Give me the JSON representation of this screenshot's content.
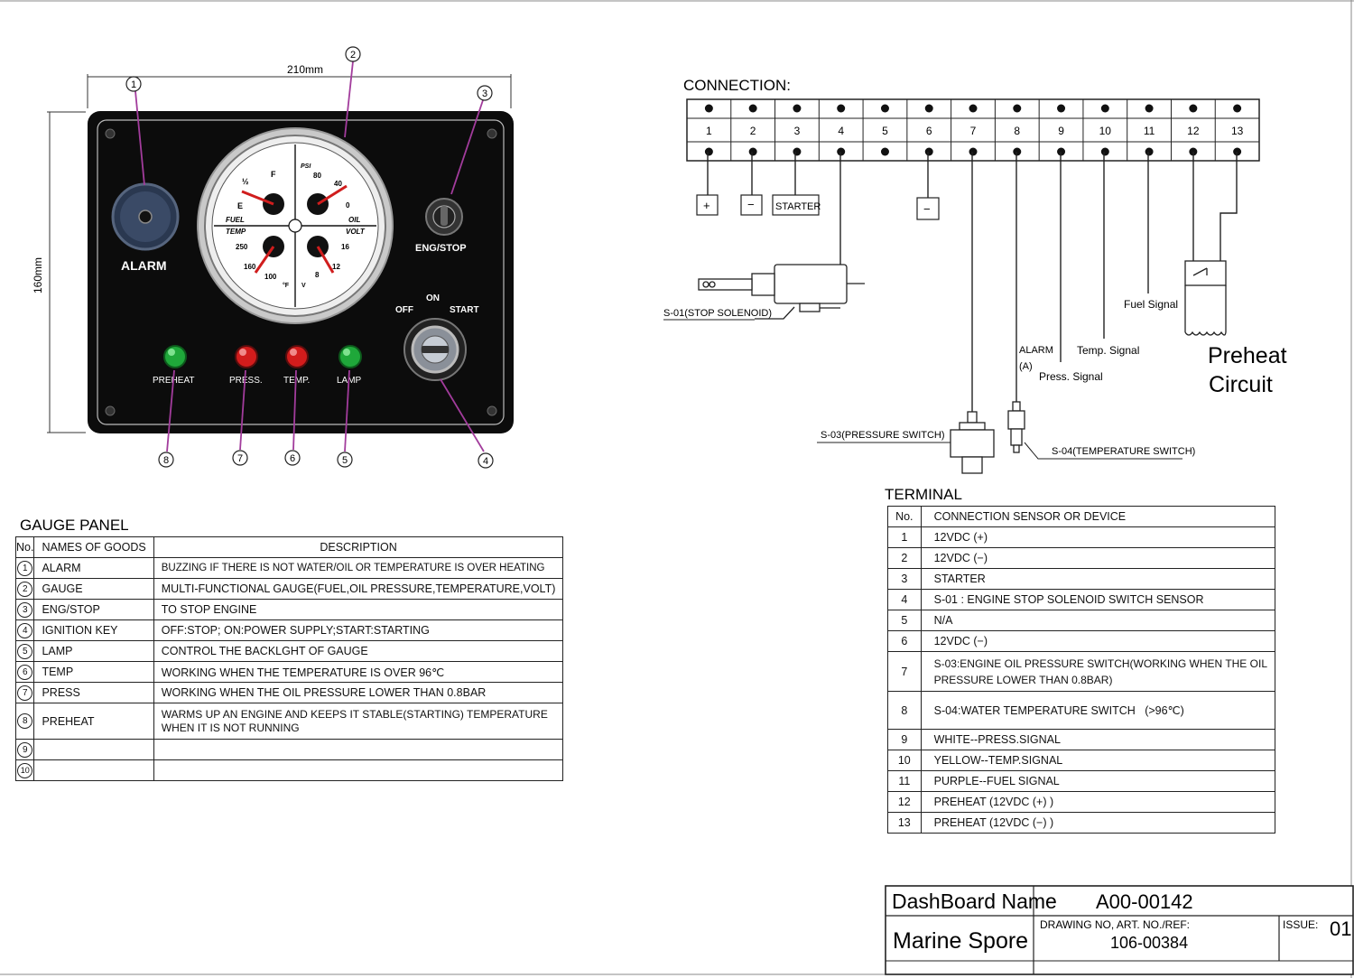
{
  "panel": {
    "width_label": "210mm",
    "height_label": "160mm",
    "alarm_label": "ALARM",
    "eng_stop_label": "ENG/STOP",
    "key_labels": {
      "off": "OFF",
      "on": "ON",
      "start": "START"
    },
    "leds": [
      {
        "label": "PREHEAT",
        "color": "#1fa83a"
      },
      {
        "label": "PRESS.",
        "color": "#d21c1c"
      },
      {
        "label": "TEMP.",
        "color": "#d21c1c"
      },
      {
        "label": "LAMP",
        "color": "#1fa83a"
      }
    ],
    "callouts": [
      "1",
      "2",
      "3",
      "4",
      "5",
      "6",
      "7",
      "8"
    ],
    "gauge": {
      "fuel_ticks": [
        "E",
        "½",
        "F"
      ],
      "fuel_label": "FUEL",
      "oil_ticks": [
        "0",
        "40",
        "80"
      ],
      "oil_unit": "PSI",
      "oil_label": "OIL",
      "temp_ticks": [
        "250",
        "160",
        "100"
      ],
      "temp_label": "TEMP",
      "temp_unit": "°F",
      "volt_ticks": [
        "8",
        "12",
        "16"
      ],
      "volt_label": "VOLT",
      "volt_unit": "V"
    }
  },
  "gauge_panel": {
    "title": "GAUGE PANEL",
    "headers": [
      "No.",
      "NAMES OF GOODS",
      "DESCRIPTION"
    ],
    "rows": [
      {
        "no": "1",
        "name": "ALARM",
        "desc": "BUZZING IF THERE IS NOT WATER/OIL OR TEMPERATURE IS OVER HEATING"
      },
      {
        "no": "2",
        "name": "GAUGE",
        "desc": "MULTI-FUNCTIONAL GAUGE(FUEL,OIL PRESSURE,TEMPERATURE,VOLT)"
      },
      {
        "no": "3",
        "name": "ENG/STOP",
        "desc": "TO STOP ENGINE"
      },
      {
        "no": "4",
        "name": "IGNITION KEY",
        "desc": "OFF:STOP; ON:POWER SUPPLY;START:STARTING"
      },
      {
        "no": "5",
        "name": "LAMP",
        "desc": "CONTROL THE BACKLGHT OF GAUGE"
      },
      {
        "no": "6",
        "name": "TEMP",
        "desc": "WORKING WHEN THE TEMPERATURE IS OVER 96℃"
      },
      {
        "no": "7",
        "name": "PRESS",
        "desc": "WORKING WHEN THE OIL PRESSURE LOWER THAN 0.8BAR"
      },
      {
        "no": "8",
        "name": "PREHEAT",
        "desc": "WARMS UP AN ENGINE AND KEEPS IT STABLE(STARTING) TEMPERATURE WHEN IT IS NOT RUNNING"
      },
      {
        "no": "9",
        "name": "",
        "desc": ""
      },
      {
        "no": "10",
        "name": "",
        "desc": ""
      }
    ]
  },
  "connection": {
    "title": "CONNECTION:",
    "terminals": [
      "1",
      "2",
      "3",
      "4",
      "5",
      "6",
      "7",
      "8",
      "9",
      "10",
      "11",
      "12",
      "13"
    ],
    "plus_symbol": "+",
    "minus_symbol": "−",
    "starter_box": "STARTER",
    "stop_solenoid": "S-01(STOP SOLENOID)",
    "pressure_switch": "S-03(PRESSURE SWITCH)",
    "temperature_switch": "S-04(TEMPERATURE SWITCH)",
    "alarm_label": "ALARM",
    "alarm_sub": "(A)",
    "press_signal": "Press. Signal",
    "temp_signal": "Temp. Signal",
    "fuel_signal": "Fuel Signal",
    "preheat_line1": "Preheat",
    "preheat_line2": "Circuit"
  },
  "terminal": {
    "title": "TERMINAL",
    "headers": [
      "No.",
      "CONNECTION SENSOR OR DEVICE"
    ],
    "rows": [
      {
        "no": "1",
        "desc": "12VDC (+)"
      },
      {
        "no": "2",
        "desc": "12VDC (−)"
      },
      {
        "no": "3",
        "desc": "STARTER"
      },
      {
        "no": "4",
        "desc": "S-01 : ENGINE STOP SOLENOID SWITCH SENSOR"
      },
      {
        "no": "5",
        "desc": "N/A"
      },
      {
        "no": "6",
        "desc": "12VDC (−)"
      },
      {
        "no": "7",
        "desc": "S-03:ENGINE OIL PRESSURE SWITCH(WORKING WHEN THE OIL",
        "desc2": "PRESSURE LOWER THAN 0.8BAR)"
      },
      {
        "no": "8",
        "desc": "S-04:WATER TEMPERATURE SWITCH   (>96℃)"
      },
      {
        "no": "9",
        "desc": "WHITE--PRESS.SIGNAL"
      },
      {
        "no": "10",
        "desc": "YELLOW--TEMP.SIGNAL"
      },
      {
        "no": "11",
        "desc": "PURPLE--FUEL SIGNAL"
      },
      {
        "no": "12",
        "desc": "PREHEAT (12VDC (+) )"
      },
      {
        "no": "13",
        "desc": "PREHEAT (12VDC (−) )"
      }
    ]
  },
  "title_block": {
    "name_label": "DashBoard Name",
    "name_value": "A00-00142",
    "company": "Marine Spore",
    "drawing_label": "DRAWING NO, ART. NO./REF:",
    "drawing_value": "106-00384",
    "issue_label": "ISSUE:",
    "issue_value": "01"
  }
}
